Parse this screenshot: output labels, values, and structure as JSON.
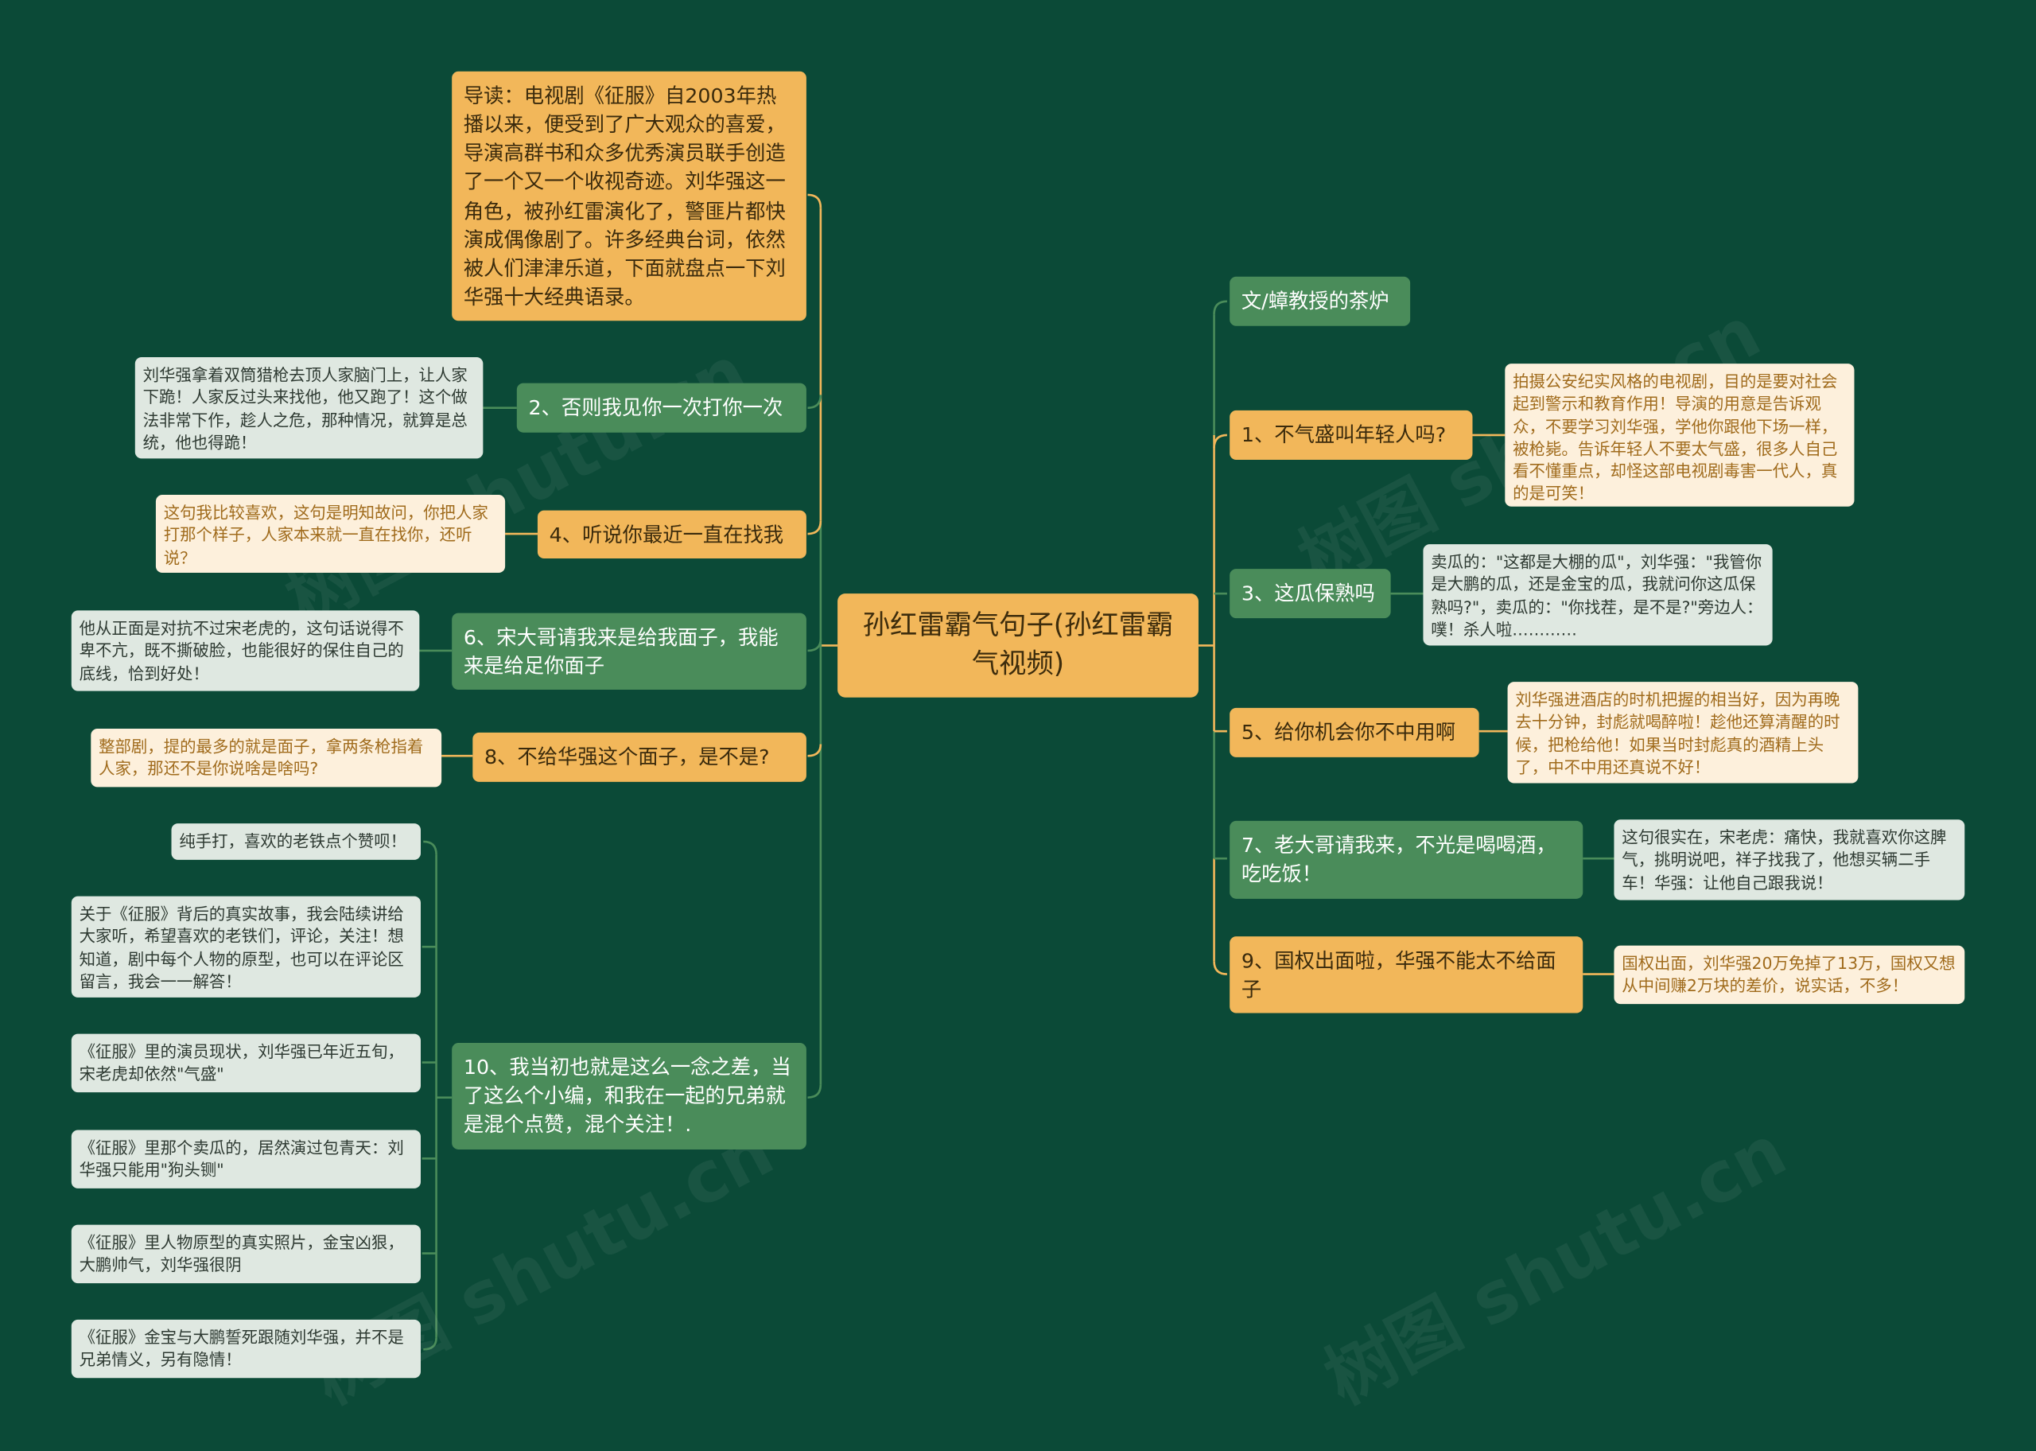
{
  "root": "孙红雷霸气句子(孙红雷霸气视频)",
  "left": {
    "intro": "导读：电视剧《征服》自2003年热播以来，便受到了广大观众的喜爱，导演高群书和众多优秀演员联手创造了一个又一个收视奇迹。刘华强这一角色，被孙红雷演化了，警匪片都快演成偶像剧了。许多经典台词，依然被人们津津乐道，下面就盘点一下刘华强十大经典语录。",
    "b2": "2、否则我见你一次打你一次",
    "b2_leaf": "刘华强拿着双筒猎枪去顶人家脑门上，让人家下跪！人家反过头来找他，他又跑了！这个做法非常下作，趁人之危，那种情况，就算是总统，他也得跪！",
    "b4": "4、听说你最近一直在找我",
    "b4_leaf": "这句我比较喜欢，这句是明知故问，你把人家打那个样子，人家本来就一直在找你，还听说？",
    "b6": "6、宋大哥请我来是给我面子，我能来是给足你面子",
    "b6_leaf": "他从正面是对抗不过宋老虎的，这句话说得不卑不亢，既不撕破脸，也能很好的保住自己的底线，恰到好处！",
    "b8": "8、不给华强这个面子，是不是?",
    "b8_leaf": "整部剧，提的最多的就是面子，拿两条枪指着人家，那还不是你说啥是啥吗?",
    "b10": "10、我当初也就是这么一念之差，当了这么个小编，和我在一起的兄弟就是混个点赞，混个关注！.",
    "b10_leaves": [
      "纯手打，喜欢的老铁点个赞呗！",
      "关于《征服》背后的真实故事，我会陆续讲给大家听，希望喜欢的老铁们，评论，关注！想知道，剧中每个人物的原型，也可以在评论区留言，我会一一解答！",
      "《征服》里的演员现状，刘华强已年近五旬，宋老虎却依然\"气盛\"",
      "《征服》里那个卖瓜的，居然演过包青天：刘华强只能用\"狗头铡\"",
      "《征服》里人物原型的真实照片，金宝凶狠，大鹏帅气，刘华强很阴",
      "《征服》金宝与大鹏誓死跟随刘华强，并不是兄弟情义，另有隐情！"
    ]
  },
  "right": {
    "author": "文/蟑教授的茶炉",
    "b1": "1、不气盛叫年轻人吗?",
    "b1_leaf": "拍摄公安纪实风格的电视剧，目的是要对社会起到警示和教育作用！导演的用意是告诉观众，不要学习刘华强，学他你跟他下场一样，被枪毙。告诉年轻人不要太气盛，很多人自己看不懂重点，却怪这部电视剧毒害一代人，真的是可笑！",
    "b3": "3、这瓜保熟吗",
    "b3_leaf": "卖瓜的：\"这都是大棚的瓜\"，刘华强：\"我管你是大鹏的瓜，还是金宝的瓜，我就问你这瓜保熟吗?\"，卖瓜的：\"你找茬，是不是?\"旁边人：噗！杀人啦…………",
    "b5": "5、给你机会你不中用啊",
    "b5_leaf": "刘华强进酒店的时机把握的相当好，因为再晚去十分钟，封彪就喝醉啦！趁他还算清醒的时候，把枪给他！如果当时封彪真的酒精上头了，中不中用还真说不好！",
    "b7": "7、老大哥请我来，不光是喝喝酒，吃吃饭！",
    "b7_leaf": "这句很实在，宋老虎：痛快，我就喜欢你这脾气，挑明说吧，祥子找我了，他想买辆二手车！华强：让他自己跟我说！",
    "b9": "9、国权出面啦，华强不能太不给面子",
    "b9_leaf": "国权出面，刘华强20万免掉了13万，国权又想从中间赚2万块的差价，说实话，不多！"
  },
  "watermark": "树图 shutu.cn",
  "colors": {
    "background": "#0b4a37",
    "orange": "#f2b75a",
    "green": "#4a8c5a",
    "cream": "#fdf0dc",
    "gray": "#dfe8e1"
  }
}
